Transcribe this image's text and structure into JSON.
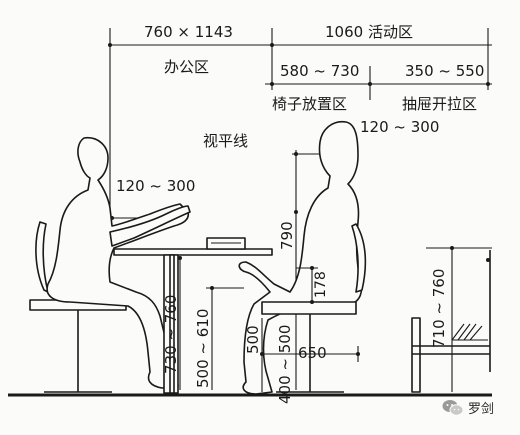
{
  "labels": {
    "office_width": "760 × 1143",
    "office_area": "办公区",
    "activity": "1060 活动区",
    "chair_range": "580 ~ 730",
    "chair_area": "椅子放置区",
    "drawer_range": "350 ~ 550",
    "drawer_area": "抽屉开拉区",
    "sight_line": "视平线",
    "upper_left": "120 ~ 300",
    "upper_right": "120 ~ 300",
    "v790": "790",
    "v178": "178",
    "v730_760": "730 ~ 760",
    "v500_610": "500 ~ 610",
    "v500": "500",
    "v650": "650",
    "v400_500": "400 ~ 500",
    "v710_760": "710 ~ 760"
  },
  "watermark": {
    "text": "罗剑",
    "icon": "wechat-icon"
  }
}
